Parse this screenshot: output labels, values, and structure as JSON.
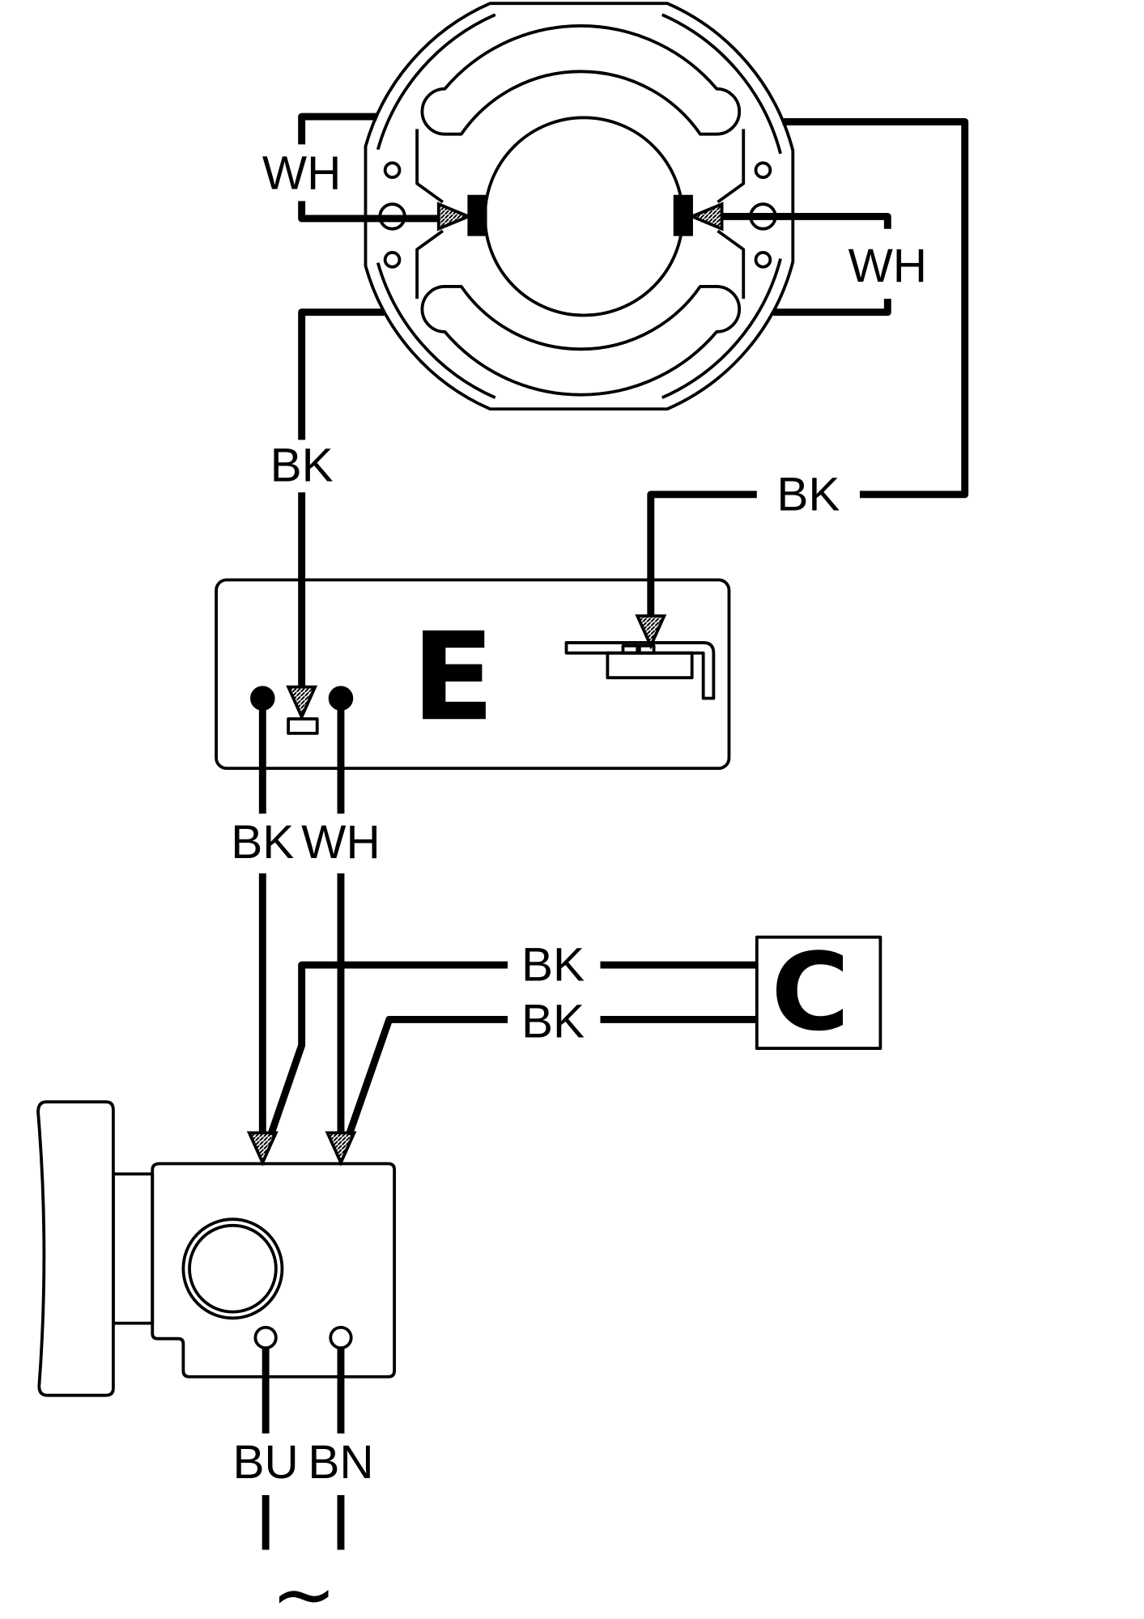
{
  "motor": {
    "field_wire_left_label": "WH",
    "field_wire_right_label": "WH"
  },
  "leads": {
    "motor_to_e_left_label": "BK",
    "motor_to_e_right_label": "BK"
  },
  "electronic_module": {
    "label": "E",
    "output_left_label": "BK",
    "output_right_label": "WH"
  },
  "capacitor": {
    "label": "C",
    "wire_upper_label": "BK",
    "wire_lower_label": "BK"
  },
  "switch": {
    "supply_left_label": "BU",
    "supply_right_label": "BN"
  },
  "supply": {
    "ac_symbol": "~"
  },
  "colors": {
    "line": "#000000",
    "background": "#ffffff"
  }
}
